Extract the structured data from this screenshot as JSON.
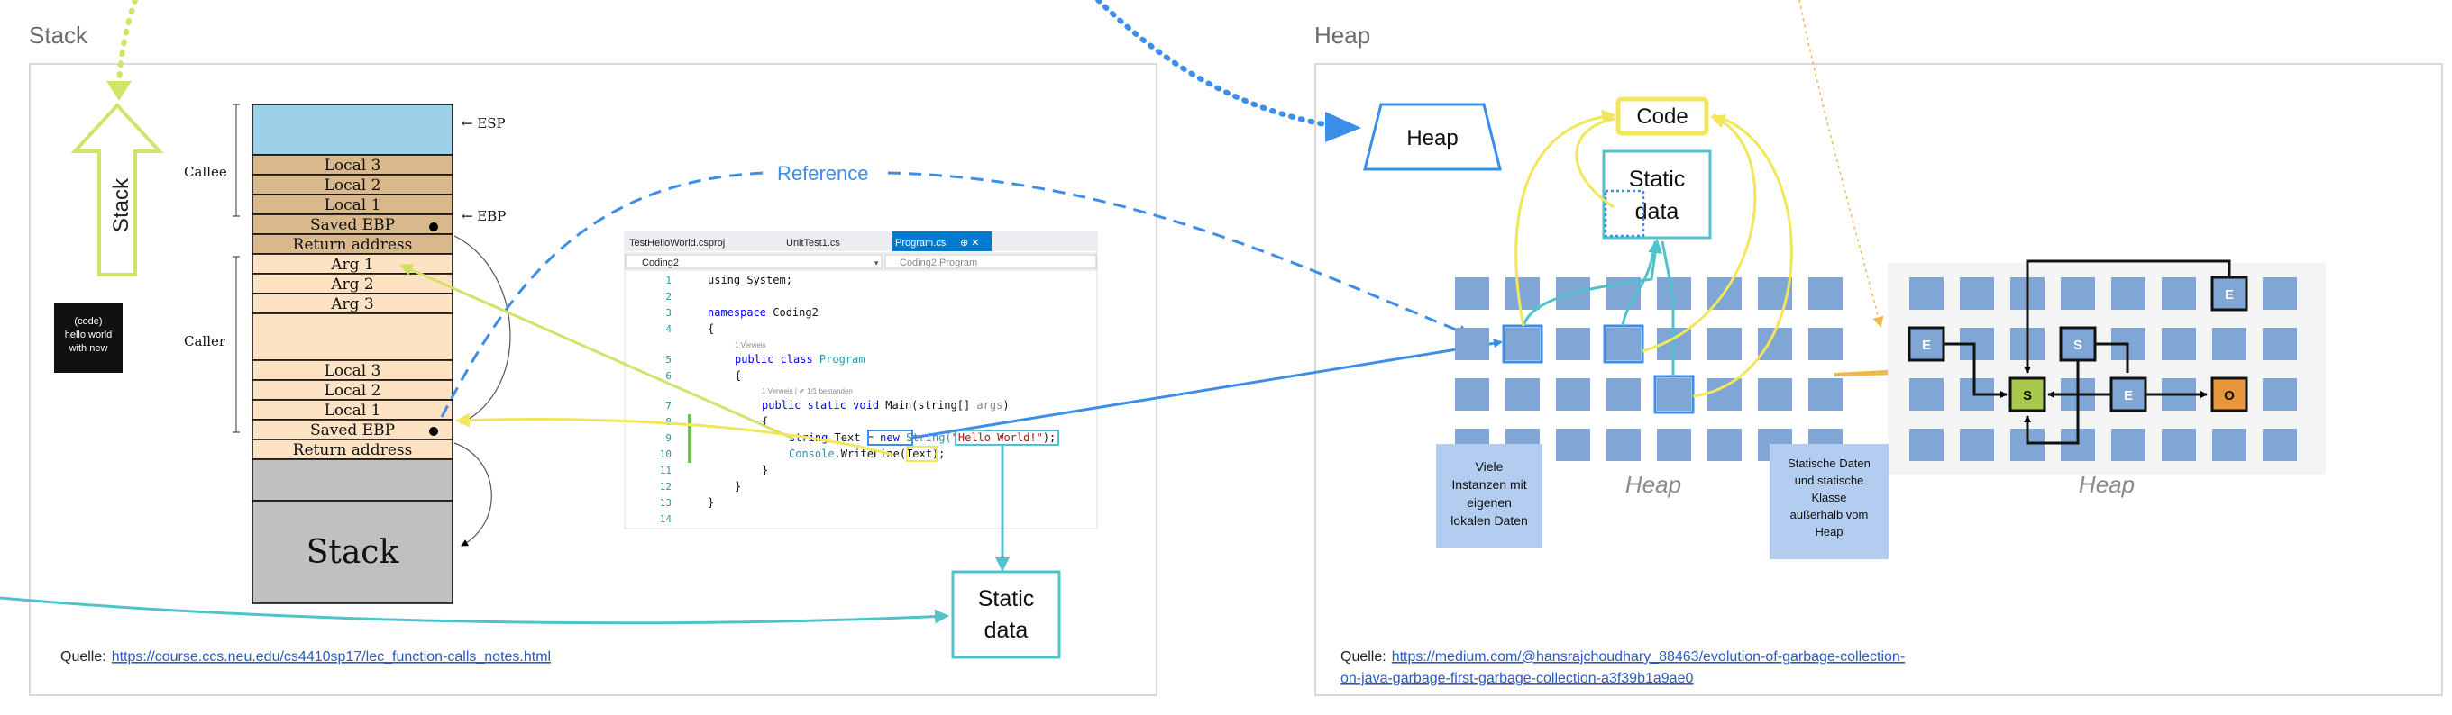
{
  "frames": {
    "stack": {
      "title": "Stack",
      "source_label": "Quelle:",
      "source_url": "https://course.ccs.neu.edu/cs4410sp17/lec_function-calls_notes.html"
    },
    "heap": {
      "title": "Heap",
      "source_label": "Quelle:",
      "source_url_line1": "https://medium.com/@hansrajchoudhary_88463/evolution-of-garbage-collection-",
      "source_url_line2": "on-java-garbage-first-garbage-collection-a3f39b1a9ae0"
    }
  },
  "stack_arrow_label": "Stack",
  "sticky_black": [
    "(code)",
    "hello world",
    "with new"
  ],
  "stack_diagram": {
    "esp_label": "← ESP",
    "ebp_label": "← EBP",
    "callee_label": "Callee",
    "caller_label": "Caller",
    "cells": [
      "Local 3",
      "Local 2",
      "Local 1",
      "Saved EBP",
      "Return address",
      "Arg 1",
      "Arg 2",
      "Arg 3",
      "Local 3",
      "Local 2",
      "Local 1",
      "Saved EBP",
      "Return address"
    ],
    "bottom_label": "Stack"
  },
  "reference_label": "Reference",
  "ide": {
    "tabs": [
      "TestHelloWorld.csproj",
      "UnitTest1.cs",
      "Program.cs"
    ],
    "active_tab_icons": "⊕ ✕",
    "nav_left": "Coding2",
    "nav_right": "Coding2.Program",
    "line_numbers": [
      "1",
      "2",
      "3",
      "4",
      "5",
      "6",
      "7",
      "8",
      "9",
      "10",
      "11",
      "12",
      "13",
      "14"
    ],
    "code": {
      "l1": "using System;",
      "l3_kw": "namespace",
      "l3_name": " Coding2",
      "l4": "{",
      "l5_hint": "1 Verweis",
      "l5_kw": "public class",
      "l5_name": " Program",
      "l6": "{",
      "l7_hint": "1 Verweis | ✔ 1/1 bestanden",
      "l7_kw": "public static void",
      "l7_rest": " Main(string[] ",
      "l7_args": "args",
      "l7_end": ")",
      "l8": "{",
      "l9_type": "string",
      "l9_var": " Text ",
      "l9_eq": "= ",
      "l9_new": "new",
      "l9_type2": " String(",
      "l9_str": "\"Hello World!\"",
      "l9_end": ");",
      "l10_a": "Console.",
      "l10_b": "WriteLine(",
      "l10_c": "Text",
      "l10_d": ");",
      "l11": "}",
      "l12": "}",
      "l13": "}"
    }
  },
  "static_data_left": [
    "Static",
    "data"
  ],
  "heap_label_box": "Heap",
  "code_box": "Code",
  "static_data_right": [
    "Static",
    "data"
  ],
  "heap_grid_label": "Heap",
  "heap_grid2_label": "Heap",
  "region_letters": {
    "E": "E",
    "S": "S",
    "O": "O"
  },
  "sticky_blue_1": [
    "Viele",
    "Instanzen mit",
    "eigenen",
    "lokalen Daten"
  ],
  "sticky_blue_2": [
    "Statische Daten",
    "und statische",
    "Klasse",
    "außerhalb vom",
    "Heap"
  ],
  "colors": {
    "yellow": "#f4ea6a",
    "yellow_green": "#d3e36a",
    "teal": "#4fc3c9",
    "blue": "#3c8ee8",
    "heap_cell": "#7fa6d4",
    "stack_blue": "#9ccfe8",
    "stack_tan": "#d9b98c",
    "stack_peach": "#fde3c4",
    "stack_gray": "#c0c0c0",
    "orange_arrow": "#efb94a",
    "green_region": "#a7c84a",
    "orange_region": "#e8963a"
  }
}
